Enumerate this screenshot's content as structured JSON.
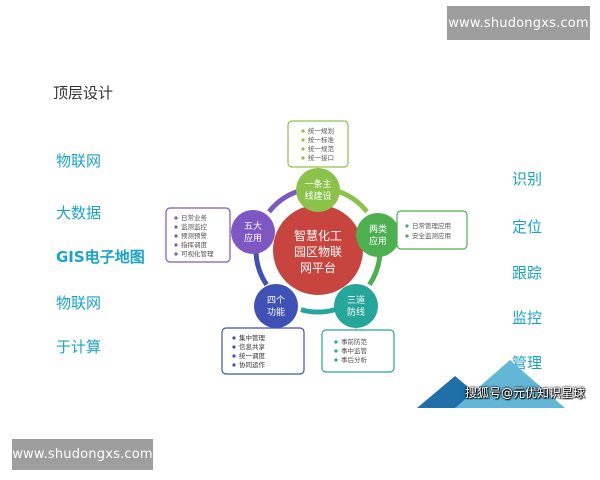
{
  "watermarks": {
    "top": "www.shudongxs.com",
    "bottom": "www.shudongxs.com"
  },
  "page_title": "顶层设计",
  "left_list": [
    "物联网",
    "大数据",
    "GIS电子地图",
    "物联网",
    "于计算"
  ],
  "right_list": [
    "识别",
    "定位",
    "跟踪",
    "监控",
    "管理"
  ],
  "center": {
    "lines": [
      "智慧化工",
      "园区物联",
      "网平台"
    ],
    "color": "#c8453f"
  },
  "nodes": [
    {
      "id": "top",
      "lines": [
        "一条主",
        "线建设"
      ],
      "color": "#8bc34a",
      "box_items": [
        "统一规划",
        "统一标准",
        "统一规范",
        "统一接口"
      ]
    },
    {
      "id": "right",
      "lines": [
        "两类",
        "应用"
      ],
      "color": "#4caf50",
      "box_items": [
        "日常管理应用",
        "安全监测应用"
      ]
    },
    {
      "id": "bottom-right",
      "lines": [
        "三道",
        "防线"
      ],
      "color": "#26a69a",
      "box_items": [
        "事前防范",
        "事中监管",
        "事后分析"
      ]
    },
    {
      "id": "bottom-left",
      "lines": [
        "四个",
        "功能"
      ],
      "color": "#3f51b5",
      "box_items": [
        "集中管理",
        "信息共享",
        "统一调度",
        "协同运作"
      ]
    },
    {
      "id": "left",
      "lines": [
        "五大",
        "应用"
      ],
      "color": "#7e57c2",
      "box_items": [
        "日常业务",
        "监测监控",
        "预测预警",
        "指挥调度",
        "可视化管理"
      ]
    }
  ],
  "ring_colors": [
    "#8bc34a",
    "#4caf50",
    "#26a69a",
    "#3f51b5",
    "#7e57c2"
  ],
  "credit": "搜狐号@元优知识星球"
}
